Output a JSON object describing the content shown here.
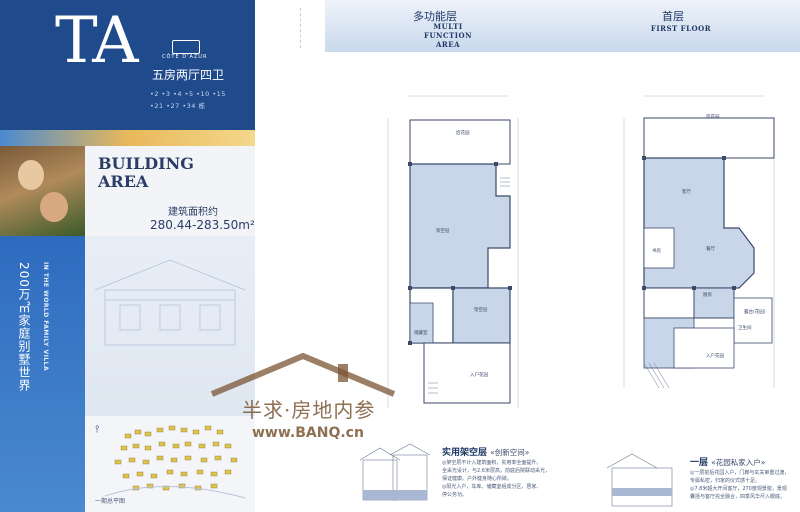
{
  "left": {
    "model": "TA",
    "brand": "CÔTE D'AZUR",
    "layout": "五房两厅四卫",
    "units_line1": "•2 •3 •4 •5 •10 •15",
    "units_line2": "•21 •27 •34 栋",
    "building_area_line1": "BUILDING",
    "building_area_line2": "AREA",
    "area_label": "建筑面积约",
    "area_value": "280.44-283.50m²",
    "vertical_cn": "200万㎡家庭别墅世界",
    "vertical_en": "IN THE WORLD FAMILY VILLA",
    "map_title": "一期总平图"
  },
  "multi_function": {
    "title_cn": "多功能层",
    "title_en": "MULTI FUNCTION AREA",
    "rooms": [
      "后花园",
      "架空层",
      "架空层",
      "储藏室",
      "入户花园"
    ],
    "desc_title": "实用架空层",
    "desc_sub": "«创新空间»",
    "desc_lines": [
      "◎架空层不计入建筑面积，实用率全面提升。",
      "全采光设计，与2.6米层高，前庭后院联动采光，",
      "保证健康。户外健身随心所欲。",
      "◎阳光入户，车库、储藏室组成分区，居家、",
      "停公务功。"
    ]
  },
  "first_floor": {
    "title_cn": "首层",
    "title_en": "FIRST FLOOR",
    "rooms": [
      "后花园",
      "客厅",
      "餐厅",
      "书房",
      "厨房",
      "卫生间",
      "露台(花园)",
      "入户花园"
    ],
    "desc_title": "一层",
    "desc_sub": "«花园私家入户»",
    "desc_lines": [
      "◎一层前后花园入户，门廊与玄关审重过渡，",
      "专属私密，归家的仪式感十足。",
      "◎7.8米超大开间客厅，270度观景窗，景观",
      "囊括与客厅完全融合，四季风华尽入眼底。"
    ]
  },
  "watermark": {
    "cn": "半求·房地内参",
    "url": "www.BANQ.cn"
  }
}
